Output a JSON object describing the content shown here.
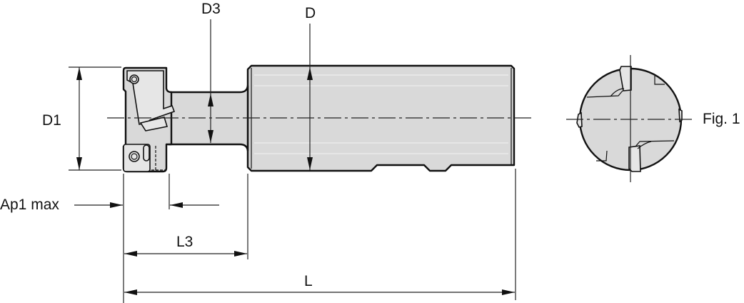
{
  "drawing": {
    "type": "technical-drawing",
    "subject": "end mill / shoulder milling cutter with shank",
    "fill_color": "#d9d9d9",
    "line_color": "#111111"
  },
  "labels": {
    "d3": "D3",
    "d": "D",
    "d1": "D1",
    "ap1_max": "Ap1 max",
    "l3": "L3",
    "l": "L",
    "fig": "Fig. 1"
  }
}
